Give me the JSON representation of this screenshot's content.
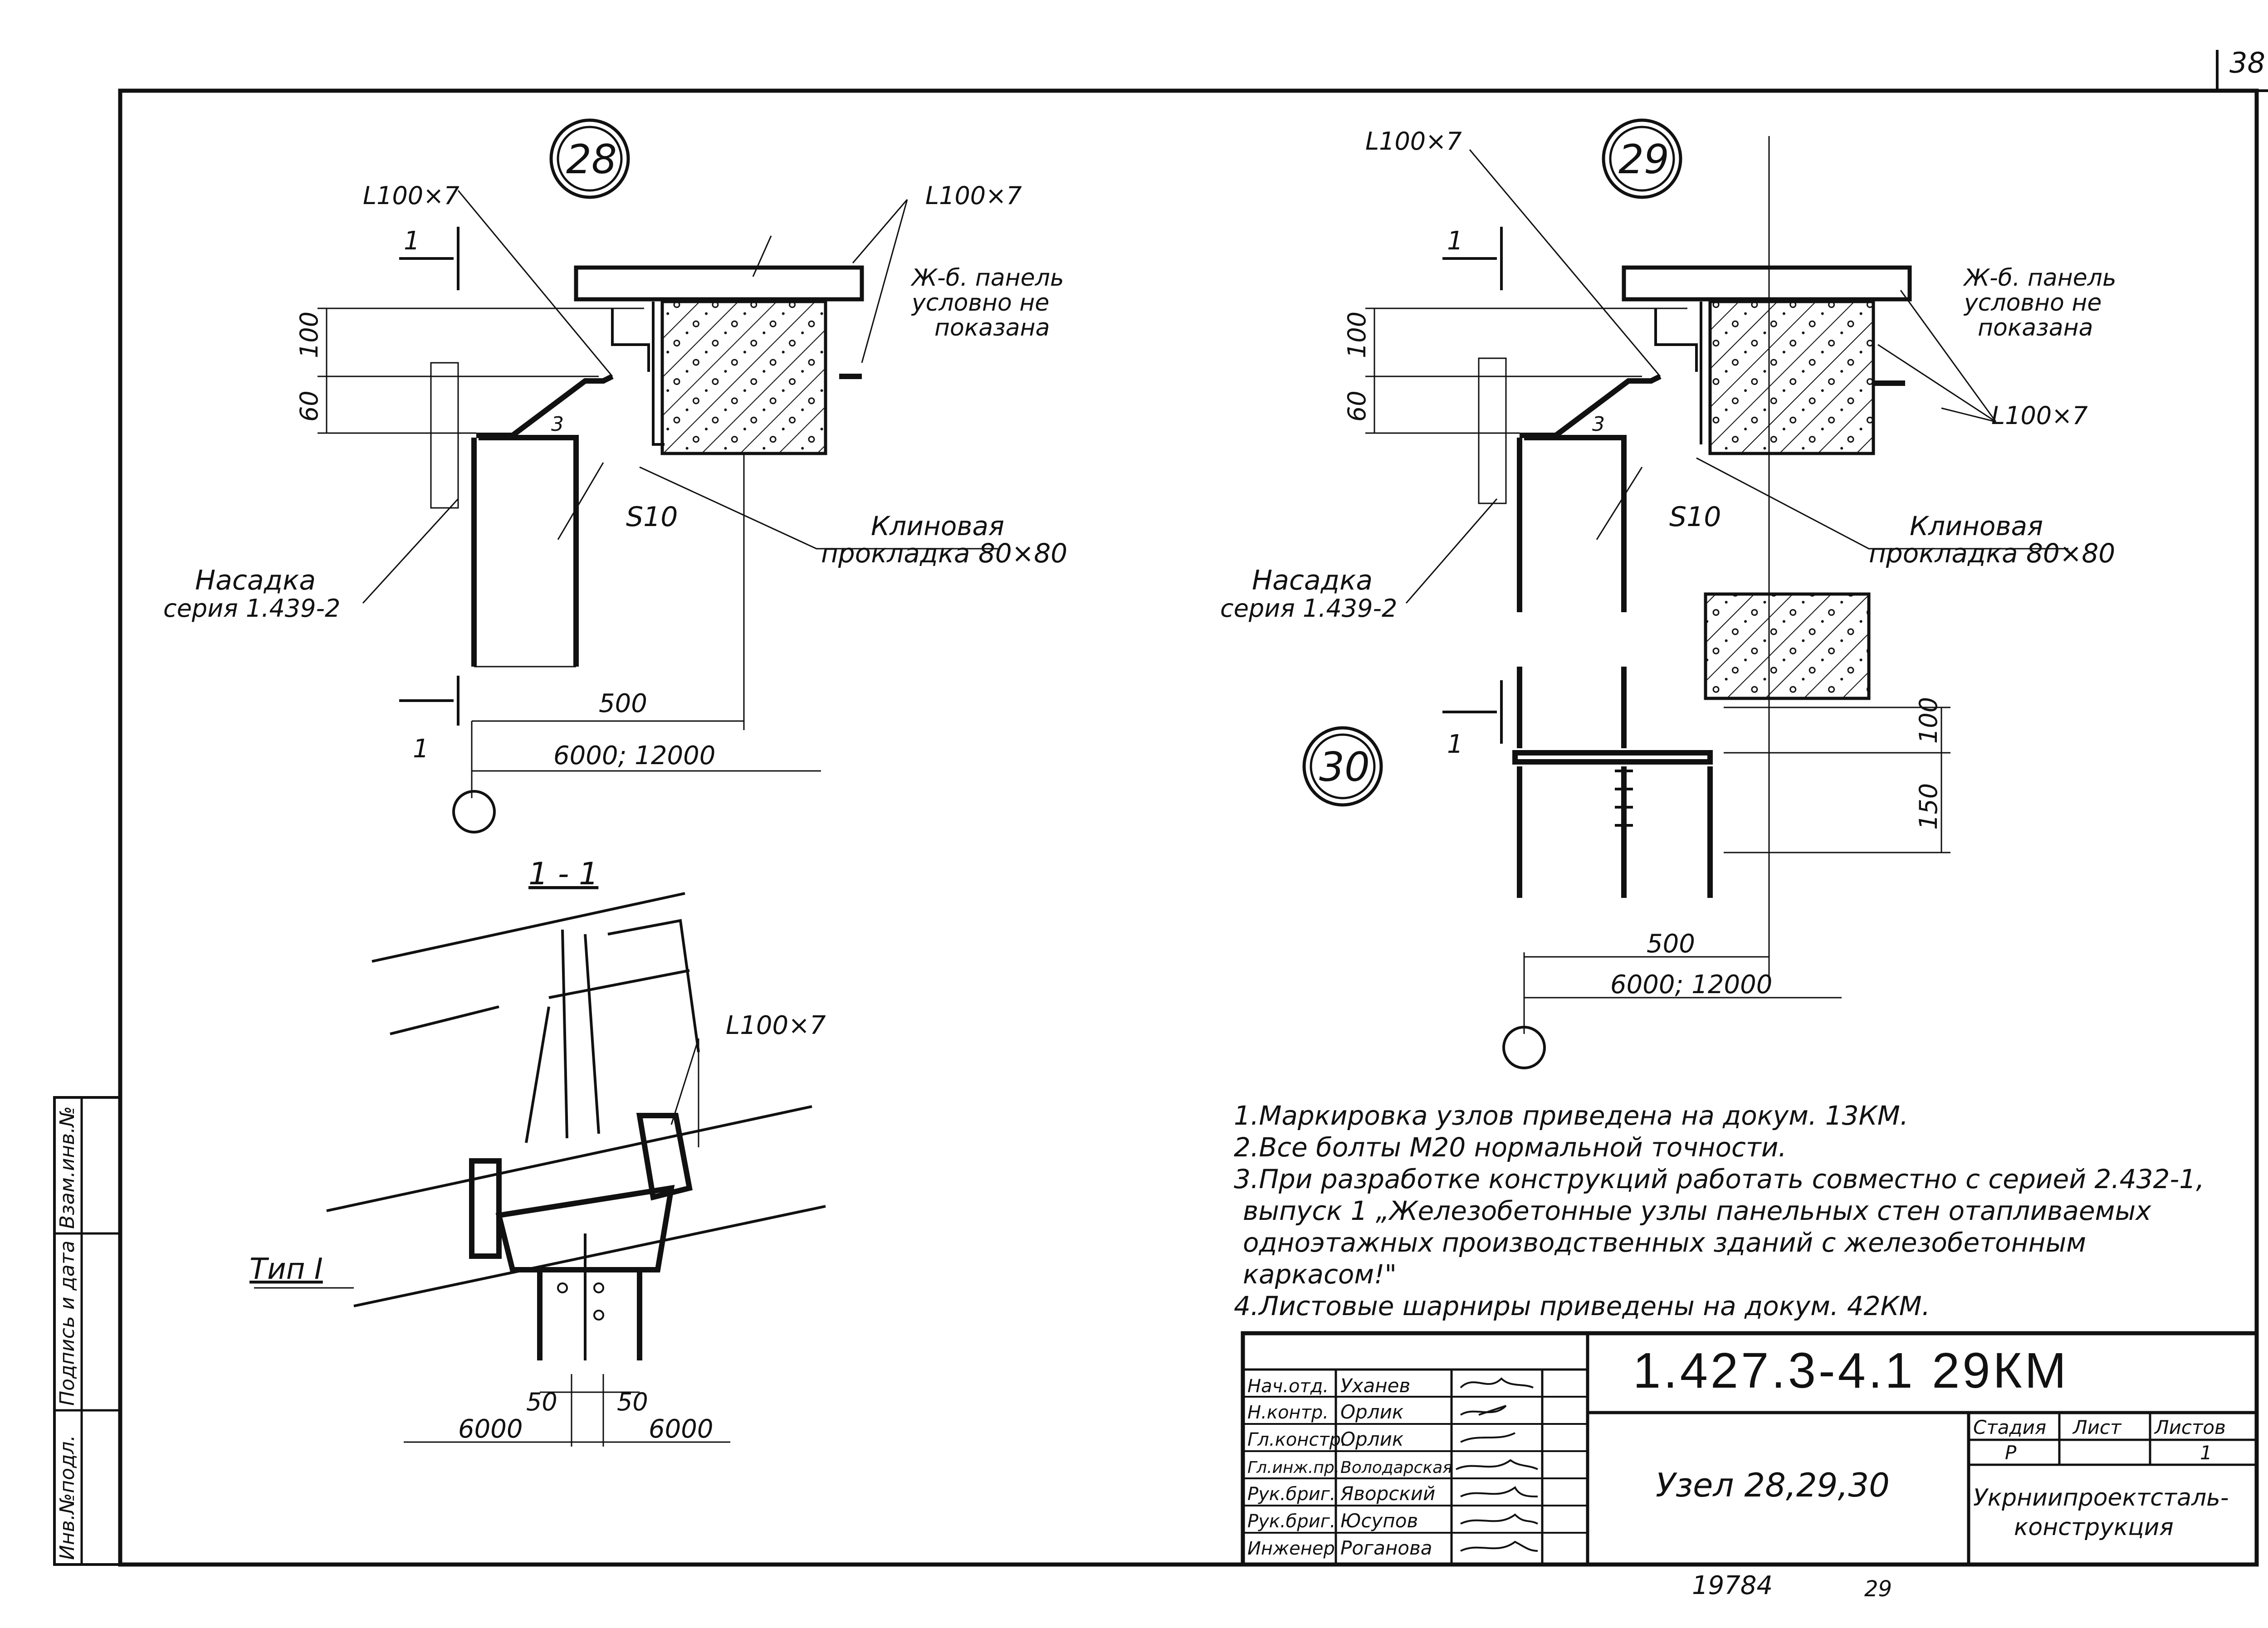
{
  "sheet": {
    "corner_number": "38"
  },
  "node28": {
    "number": "28",
    "angle_left": "L100×7",
    "angle_right": "L100×7",
    "panel_note": [
      "Ж-б. панель",
      "условно не",
      "показана"
    ],
    "dim_100": "100",
    "dim_60": "60",
    "s10": "S10",
    "wedge": [
      "Клиновая",
      "прокладка 80×80"
    ],
    "nasadka": [
      "Насадка",
      "серия 1.439-2"
    ],
    "dim_500": "500",
    "dim_span": "6000; 12000",
    "weld_3": "3",
    "section_mark": "1"
  },
  "node29": {
    "number": "29",
    "angle_top": "L100×7",
    "angle_right": "L100×7",
    "panel_note": [
      "Ж-б. панель",
      "условно не",
      "показана"
    ],
    "dim_100": "100",
    "dim_60": "60",
    "s10": "S10",
    "wedge": [
      "Клиновая",
      "прокладка 80×80"
    ],
    "nasadka": [
      "Насадка",
      "серия 1.439-2"
    ],
    "weld_3": "3",
    "section_mark": "1"
  },
  "node30": {
    "number": "30",
    "dim_100": "100",
    "dim_150": "150",
    "dim_500": "500",
    "dim_span": "6000; 12000",
    "section_mark": "1"
  },
  "section": {
    "title": "1 - 1",
    "angle": "L100×7",
    "type_label": "Тип I",
    "dim_50_left": "50",
    "dim_50_right": "50",
    "dim_6000_left": "6000",
    "dim_6000_right": "6000"
  },
  "notes": [
    "1.Маркировка узлов приведена на докум. 13КМ.",
    "2.Все болты М20 нормальной точности.",
    "3.При разработке конструкций работать совместно с серией 2.432-1,",
    "выпуск 1 „Железобетонные узлы панельных стен отапливаемых",
    "одноэтажных   производственных зданий с железобетонным",
    "каркасом!\"",
    "4.Листовые шарниры приведены на докум. 42КМ."
  ],
  "side_stamp": [
    "Инв.№подл.",
    "Подпись и дата",
    "Взам.инв.№"
  ],
  "title_block": {
    "doc_number": "1.427.3-4.1  29КМ",
    "title": "Узел 28,29,30",
    "org": [
      "Укрниипроектсталь-",
      "конструкция"
    ],
    "stage_header": "Стадия",
    "sheet_header": "Лист",
    "sheets_header": "Листов",
    "stage": "Р",
    "sheets": "1",
    "roles": [
      {
        "role": "Нач.отд.",
        "name": "Уханев"
      },
      {
        "role": "Н.контр.",
        "name": "Орлик"
      },
      {
        "role": "Гл.констр.",
        "name": "Орлик"
      },
      {
        "role": "Гл.инж.пр.",
        "name": "Володарская"
      },
      {
        "role": "Рук.бриг.",
        "name": "Яворский"
      },
      {
        "role": "Рук.бриг.",
        "name": "Юсупов"
      },
      {
        "role": "Инженер",
        "name": "Роганова"
      }
    ]
  },
  "bottom_numbers": {
    "inv": "19784",
    "page": "29"
  }
}
